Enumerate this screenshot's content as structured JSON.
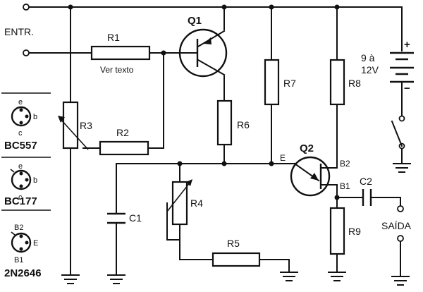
{
  "labels": {
    "input": "ENTR.",
    "output": "SAÍDA",
    "battery_value_line1": "9 à",
    "battery_value_line2": "12V",
    "battery_plus": "+",
    "battery_minus": "−",
    "r1_note": "Ver texto",
    "node_e": "E",
    "node_b1": "B1",
    "node_b2": "B2"
  },
  "components": {
    "q1": "Q1",
    "q2": "Q2",
    "r1": "R1",
    "r2": "R2",
    "r3": "R3",
    "r4": "R4",
    "r5": "R5",
    "r6": "R6",
    "r7": "R7",
    "r8": "R8",
    "r9": "R9",
    "c1": "C1",
    "c2": "C2"
  },
  "pinouts": [
    {
      "name": "BC557",
      "pins": [
        "e",
        "b",
        "c"
      ]
    },
    {
      "name": "BC177",
      "pins": [
        "e",
        "b",
        "c"
      ]
    },
    {
      "name": "2N2646",
      "pins": [
        "B2",
        "E",
        "B1"
      ]
    }
  ]
}
